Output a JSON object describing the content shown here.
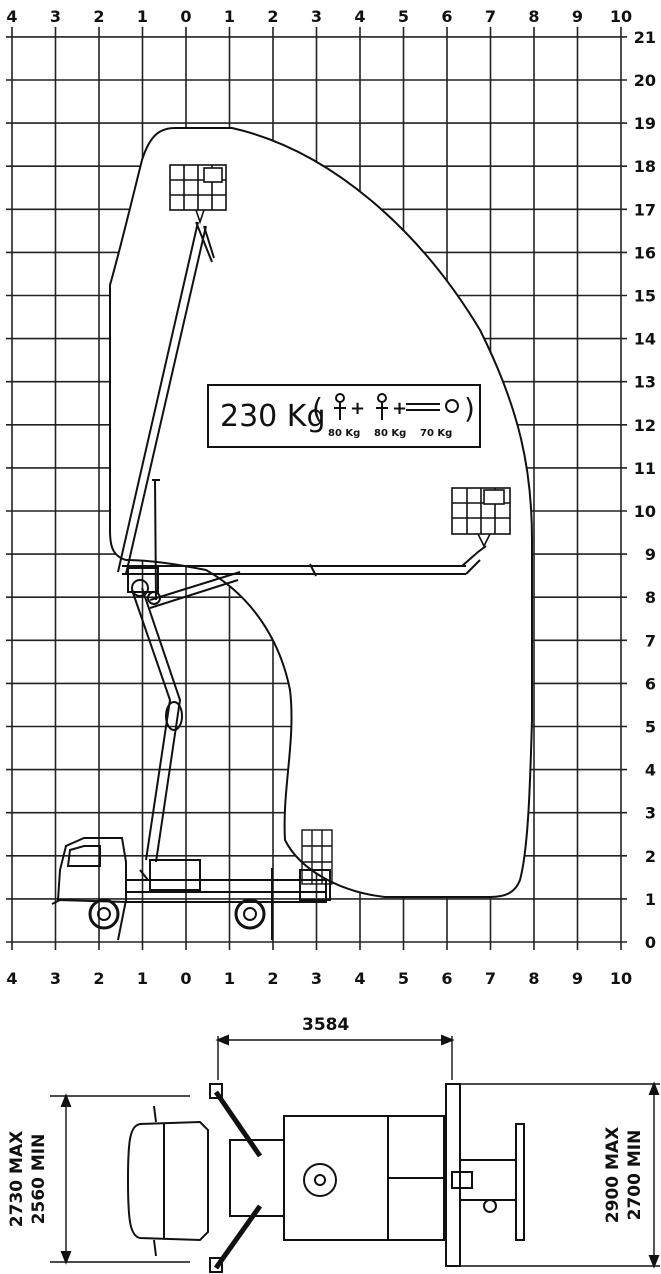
{
  "chart": {
    "x_top_ticks": [
      "4",
      "3",
      "2",
      "1",
      "0",
      "1",
      "2",
      "3",
      "4",
      "5",
      "6",
      "7",
      "8",
      "9",
      "10"
    ],
    "x_bottom_ticks": [
      "4",
      "3",
      "2",
      "1",
      "0",
      "1",
      "2",
      "3",
      "4",
      "5",
      "6",
      "7",
      "8",
      "9",
      "10"
    ],
    "y_ticks": [
      "0",
      "1",
      "2",
      "3",
      "4",
      "5",
      "6",
      "7",
      "8",
      "9",
      "10",
      "11",
      "12",
      "13",
      "14",
      "15",
      "16",
      "17",
      "18",
      "19",
      "20",
      "21"
    ]
  },
  "capacity": {
    "load": "230 Kg",
    "person1": "80 Kg",
    "person2": "80 Kg",
    "tools": "70 Kg"
  },
  "plan": {
    "length": "3584",
    "left_max": "2730 MAX",
    "left_min": "2560 MIN",
    "right_max": "2900 MAX",
    "right_min": "2700 MIN"
  }
}
